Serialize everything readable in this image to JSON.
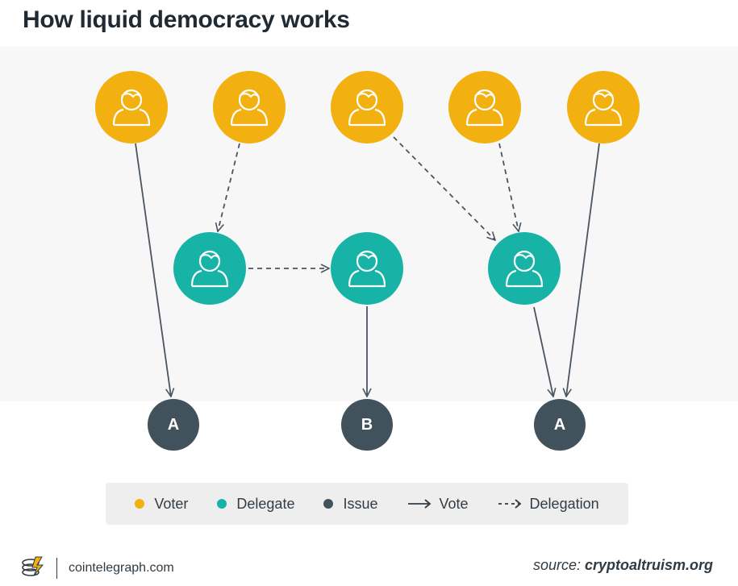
{
  "title": "How liquid democracy works",
  "colors": {
    "voter": "#f2b111",
    "delegate": "#16b3a6",
    "issue": "#42525d",
    "edge": "#4a5560"
  },
  "legend": {
    "voter": "Voter",
    "delegate": "Delegate",
    "issue": "Issue",
    "vote": "Vote",
    "delegation": "Delegation"
  },
  "issues": {
    "left": "A",
    "middle": "B",
    "right": "A"
  },
  "footer": {
    "brand": "cointelegraph.com",
    "source_prefix": "source: ",
    "source_site": "cryptoaltruism.org"
  }
}
